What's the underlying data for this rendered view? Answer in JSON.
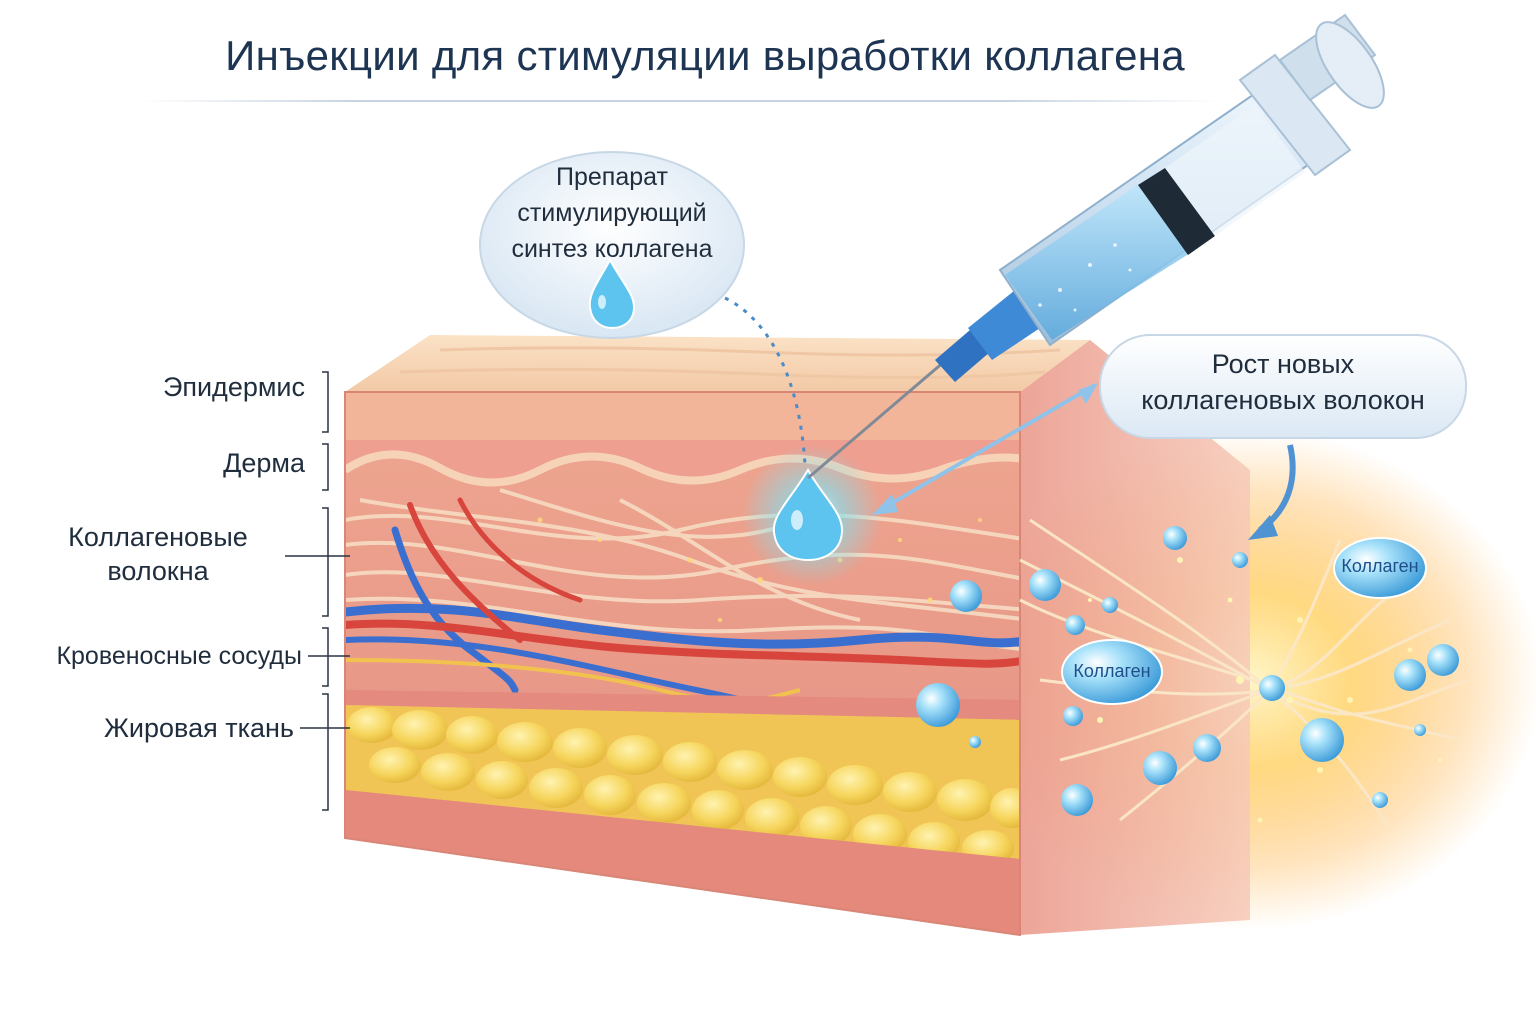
{
  "title": "Инъекции для стимуляции выработки коллагена",
  "layers": {
    "epidermis": "Эпидермис",
    "dermis": "Дерма",
    "collagen_line1": "Коллагеновые",
    "collagen_line2": "волокна",
    "vessels": "Кровеносные сосуды",
    "fat": "Жировая ткань"
  },
  "callouts": {
    "drug_line1": "Препарат",
    "drug_line2": "стимулирующий",
    "drug_line3": "синтез коллагена",
    "growth_line1": "Рост новых",
    "growth_line2": "коллагеновых волокон"
  },
  "collagen_tags": [
    "Коллаген",
    "Коллаген"
  ],
  "colors": {
    "title": "#1d3552",
    "skin": "#e99b8f",
    "fat": "#f3cf57",
    "vein": "#3a6fd0",
    "artery": "#d8453d",
    "drop": "#5cc4ee",
    "glow": "#ffc445"
  }
}
